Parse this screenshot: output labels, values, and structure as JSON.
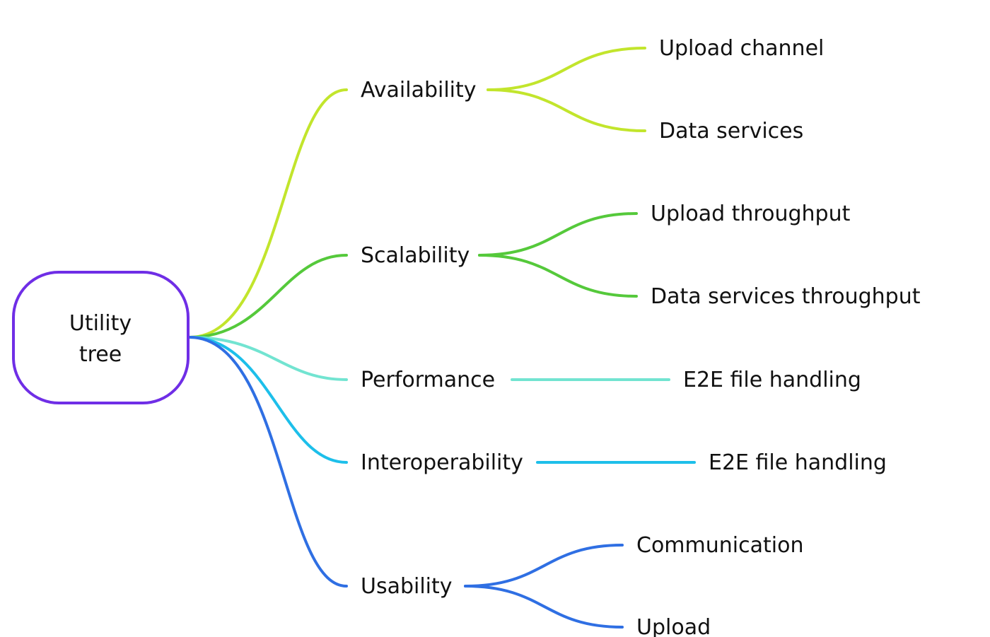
{
  "root": {
    "lines": [
      "Utility",
      "tree"
    ],
    "color": "#6f2ee6"
  },
  "branches": [
    {
      "label": "Availability",
      "color": "#c2e52c",
      "children": [
        "Upload channel",
        "Data services"
      ]
    },
    {
      "label": "Scalability",
      "color": "#55c93b",
      "children": [
        "Upload throughput",
        "Data services throughput"
      ]
    },
    {
      "label": "Performance",
      "color": "#72e4d1",
      "children": [
        "E2E file handling"
      ]
    },
    {
      "label": "Interoperability",
      "color": "#1dbfea",
      "children": [
        "E2E file handling"
      ]
    },
    {
      "label": "Usability",
      "color": "#2f6fe3",
      "children": [
        "Communication",
        "Upload"
      ]
    }
  ]
}
